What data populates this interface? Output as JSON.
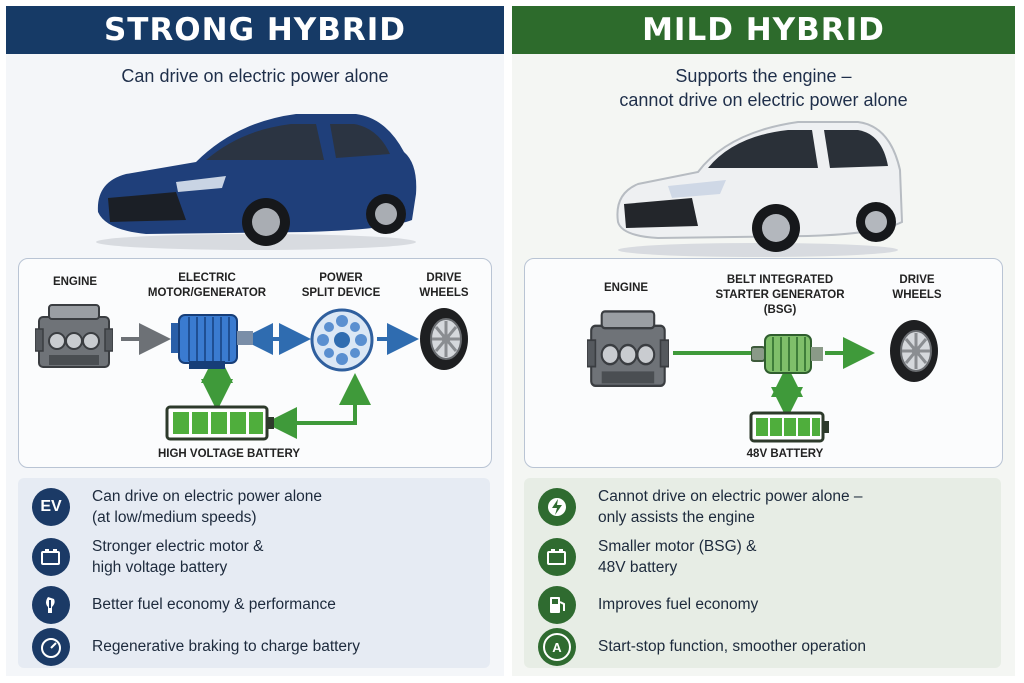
{
  "strong": {
    "title": "STRONG HYBRID",
    "subtitle": "Can drive on electric power alone",
    "diagram": {
      "engine": "ENGINE",
      "motor": "ELECTRIC\nMOTOR/GENERATOR",
      "psd": "POWER\nSPLIT DEVICE",
      "wheels": "DRIVE\nWHEELS",
      "battery": "HIGH VOLTAGE BATTERY"
    },
    "features": [
      {
        "icon": "ev-icon",
        "icon_text": "EV",
        "text": "Can drive on electric power alone\n(at low/medium speeds)"
      },
      {
        "icon": "battery-icon",
        "text": "Stronger electric motor &\nhigh voltage battery"
      },
      {
        "icon": "fuel-economy-icon",
        "text": "Better fuel economy & performance"
      },
      {
        "icon": "gauge-icon",
        "text": "Regenerative braking to charge battery"
      }
    ]
  },
  "mild": {
    "title": "MILD HYBRID",
    "subtitle": "Supports the engine –\ncannot drive on electric power alone",
    "diagram": {
      "engine": "ENGINE",
      "bsg": "BELT INTEGRATED\nSTARTER GENERATOR\n(BSG)",
      "wheels": "DRIVE\nWHEELS",
      "battery": "48V BATTERY"
    },
    "features": [
      {
        "icon": "lightning-icon",
        "text": "Cannot drive on electric power alone –\nonly assists the engine"
      },
      {
        "icon": "battery-icon",
        "text": "Smaller motor (BSG) &\n48V battery"
      },
      {
        "icon": "fuel-pump-icon",
        "text": "Improves fuel economy"
      },
      {
        "icon": "start-stop-icon",
        "icon_text": "A",
        "text": "Start-stop function, smoother operation"
      }
    ]
  },
  "colors": {
    "strong_header": "#163a66",
    "mild_header": "#2d6b2c",
    "blue_arrow": "#2f6cb0",
    "green_arrow": "#3f9a3a",
    "battery_green": "#4fae3c"
  }
}
